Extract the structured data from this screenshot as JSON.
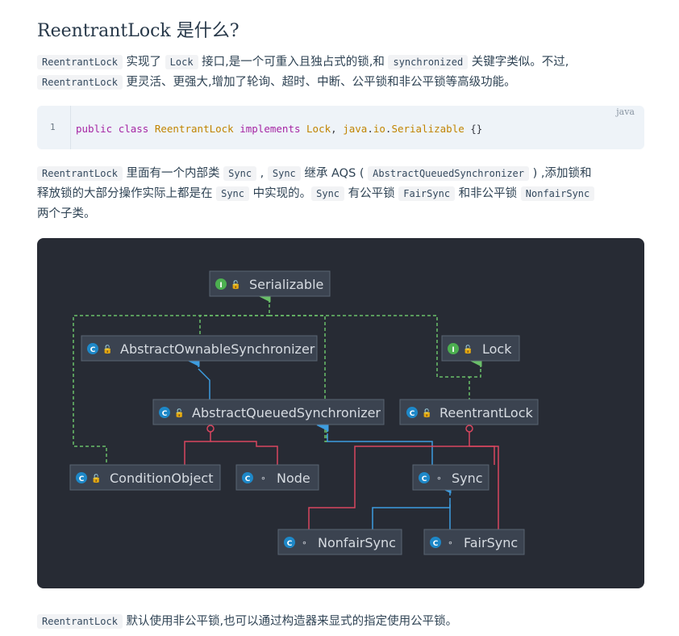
{
  "heading": "ReentrantLock 是什么?",
  "para1": {
    "c1": "ReentrantLock",
    "t1": " 实现了 ",
    "c2": "Lock",
    "t2": " 接口,是一个可重入且独占式的锁,和 ",
    "c3": "synchronized",
    "t3": " 关键字类似。不过,",
    "c4": "ReentrantLock",
    "t4": " 更灵活、更强大,增加了轮询、超时、中断、公平锁和非公平锁等高级功能。"
  },
  "code": {
    "language": "java",
    "line_number": "1",
    "kw1": "public",
    "kw2": "class",
    "name": "ReentrantLock",
    "kw3": "implements",
    "iface1": "Lock",
    "comma": ", ",
    "pkg": "java",
    "dot1": ".",
    "pkg2": "io",
    "dot2": ".",
    "iface2": "Serializable",
    "body": " {}"
  },
  "para2": {
    "c1": "ReentrantLock",
    "t1": " 里面有一个内部类 ",
    "c2": "Sync",
    "t2": " , ",
    "c3": "Sync",
    "t3": " 继承 AQS ( ",
    "c4": "AbstractQueuedSynchronizer",
    "t4": " ) ,添加锁和",
    "t5": "释放锁的大部分操作实际上都是在 ",
    "c5": "Sync",
    "t6": " 中实现的。",
    "c6": "Sync",
    "t7": " 有公平锁 ",
    "c7": "FairSync",
    "t8": " 和非公平锁 ",
    "c8": "NonfairSync",
    "t9": "两个子类。"
  },
  "diagram": {
    "nodes": {
      "serializable": {
        "label": "Serializable",
        "kind": "interface"
      },
      "aos": {
        "label": "AbstractOwnableSynchronizer",
        "kind": "abstract-class"
      },
      "lock": {
        "label": "Lock",
        "kind": "interface"
      },
      "aqs": {
        "label": "AbstractQueuedSynchronizer",
        "kind": "abstract-class"
      },
      "reentrantlock": {
        "label": "ReentrantLock",
        "kind": "class"
      },
      "conditionobject": {
        "label": "ConditionObject",
        "kind": "class"
      },
      "node": {
        "label": "Node",
        "kind": "static-inner-class"
      },
      "sync": {
        "label": "Sync",
        "kind": "static-inner-class"
      },
      "nonfairsync": {
        "label": "NonfairSync",
        "kind": "static-inner-class"
      },
      "fairsync": {
        "label": "FairSync",
        "kind": "static-inner-class"
      }
    },
    "colors": {
      "extends": "#3d9de0",
      "implements": "#6abf69",
      "inner": "#d9465f",
      "box": "#3b4350",
      "text": "#d7dce2"
    }
  },
  "para3": {
    "c1": "ReentrantLock",
    "t1": " 默认使用非公平锁,也可以通过构造器来显式的指定使用公平锁。"
  }
}
